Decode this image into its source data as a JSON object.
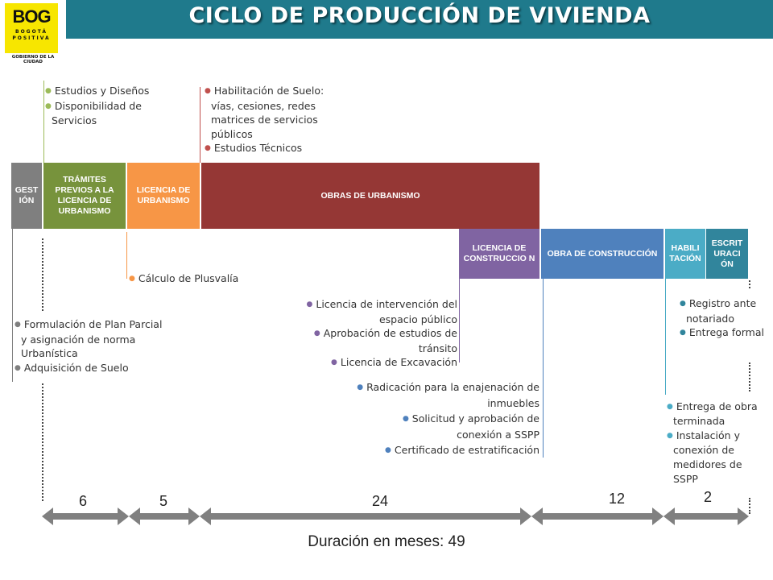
{
  "header": {
    "title": "CICLO DE PRODUCCIÓN DE VIVIENDA",
    "logo_main": "BOG",
    "logo_sub": "BOGOTÁ POSITIVA",
    "logo_gov": "GOBIERNO DE LA CIUDAD",
    "title_bg": "#1f7a8c",
    "logo_bg": "#f7e600"
  },
  "blocks": {
    "gestion": {
      "label": "GEST IÓN",
      "color": "#7f7f7f"
    },
    "tramites": {
      "label": "TRÁMITES PREVIOS A LA LICENCIA DE URBANISMO",
      "color": "#77933c"
    },
    "lic_urbanismo": {
      "label": "LICENCIA DE URBANISMO",
      "color": "#f79646"
    },
    "obras_urbanismo": {
      "label": "OBRAS DE URBANISMO",
      "color": "#953735"
    },
    "lic_construccion": {
      "label": "LICENCIA DE CONSTRUCCIO N",
      "color": "#8064a2"
    },
    "obra_construccion": {
      "label": "OBRA DE CONSTRUCCIÓN",
      "color": "#4f81bd"
    },
    "habilitacion": {
      "label": "HABILI TACIÓN",
      "color": "#4bacc6"
    },
    "escrituracion": {
      "label": "ESCRIT URACI ÓN",
      "color": "#31859c"
    }
  },
  "notes": {
    "tramites_top": [
      "Estudios y Diseños",
      "Disponibilidad de Servicios"
    ],
    "obras_top": [
      "Habilitación de Suelo: vías, cesiones, redes matrices de servicios públicos",
      "Estudios Técnicos"
    ],
    "plusvalia": [
      "Cálculo de Plusvalía"
    ],
    "gestion_bottom": [
      "Formulación de Plan Parcial  y asignación de norma Urbanística",
      "Adquisición de Suelo"
    ],
    "licencias": [
      "Licencia de intervención del espacio público",
      "Aprobación de estudios de tránsito",
      "Licencia de Excavación"
    ],
    "construccion": [
      "Radicación para la enajenación de inmuebles",
      "Solicitud y aprobación de conexión a SSPP",
      "Certificado de estratificación"
    ],
    "escrituracion": [
      "Registro ante notariado",
      "Entrega formal"
    ],
    "habilitacion": [
      "Entrega de obra terminada",
      "Instalación y conexión de medidores de SSPP"
    ]
  },
  "durations": {
    "values": [
      "6",
      "5",
      "24",
      "12",
      "2"
    ],
    "total_label": "Duración en meses: 49",
    "arrow_color": "#808080"
  }
}
